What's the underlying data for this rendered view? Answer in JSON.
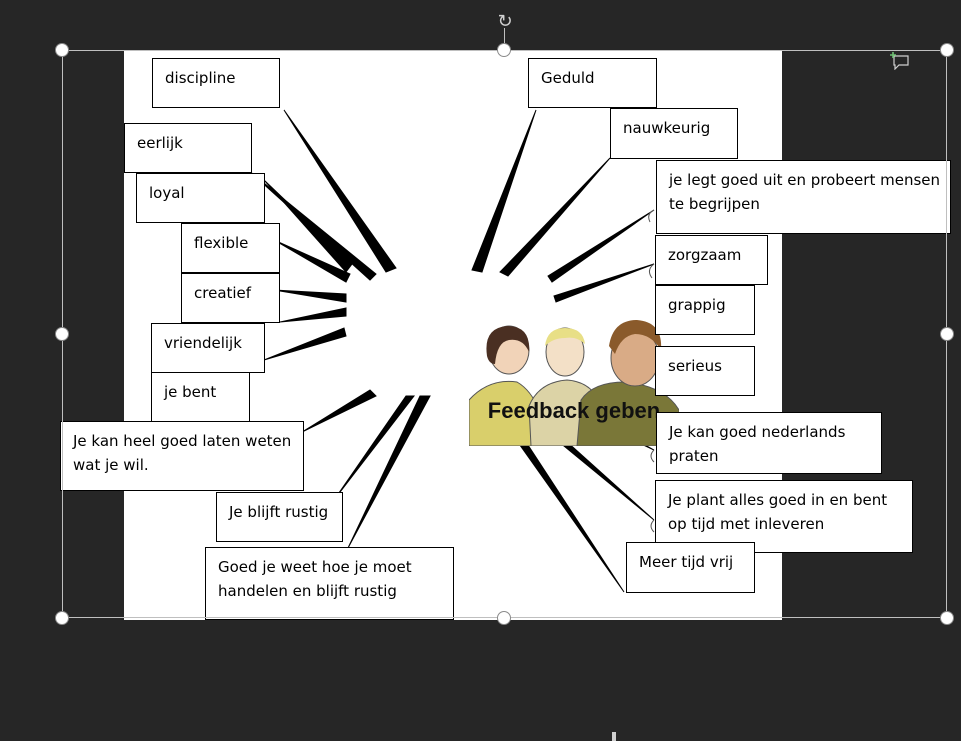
{
  "colors": {
    "background": "#262626",
    "slide": "#ffffff",
    "spoke": "#000000",
    "selection": "#bfbfbf",
    "comment_accent": "#6fbf73"
  },
  "diagram": {
    "center": {
      "title": "Feedback geben"
    },
    "left_labels": [
      "discipline",
      "eerlijk",
      "loyal",
      "flexible",
      "creatief",
      "vriendelijk",
      "je bent",
      "Je kan heel goed laten weten wat je wil.",
      "Je blijft rustig",
      "Goed je weet hoe je moet handelen en blijft rustig"
    ],
    "right_labels": [
      "Geduld",
      "nauwkeurig",
      "je legt goed uit en probeert mensen te begrijpen",
      "zorgzaam",
      "grappig",
      "serieus",
      "Je kan goed nederlands praten",
      "Je plant alles goed in en bent op tijd met inleveren",
      "Meer tijd vrij"
    ]
  },
  "icons": {
    "rotate": "rotate-icon",
    "comment": "new-comment-icon"
  }
}
